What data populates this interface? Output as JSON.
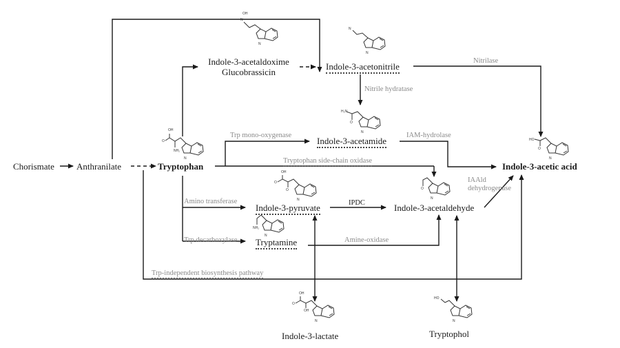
{
  "diagram": {
    "title": "Auxin (IAA) biosynthesis pathways",
    "compounds": {
      "chorismate": "Chorismate",
      "anthranilate": "Anthranilate",
      "tryptophan": "Tryptophan",
      "iaox_line1": "Indole-3-acetaldoxime",
      "iaox_line2": "Glucobrassicin",
      "ian": "Indole-3-acetonitrile",
      "iam": "Indole-3-acetamide",
      "iaa": "Indole-3-acetic acid",
      "ipa": "Indole-3-pyruvate",
      "iaald": "Indole-3-acetaldehyde",
      "tam": "Tryptamine",
      "ila": "Indole-3-lactate",
      "tol": "Tryptophol"
    },
    "enzymes": {
      "nitrilase": "Nitrilase",
      "nitrile_hydratase": "Nitrile hydratase",
      "trp_monooxygenase": "Trp mono-oxygenase",
      "iam_hydrolase": "IAM-hydrolase",
      "trp_side_chain_oxidase": "Tryptophan side-chain oxidase",
      "amino_transferase": "Amino transferase",
      "ipdc": "IPDC",
      "iaald_dh_line1": "IAAld",
      "iaald_dh_line2": "dehydrogenase",
      "trp_decarboxylase": "Trp decarboxylase",
      "amine_oxidase": "Amine-oxidase",
      "trp_independent": "Trp-independent biosynthesis pathway"
    },
    "structure_atoms": {
      "oh": "OH",
      "ho": "HO",
      "nh2": "NH₂",
      "h2n": "H₂N",
      "n": "N",
      "h": "H",
      "o": "O"
    },
    "colors": {
      "line": "#1a1a1a",
      "enzyme_text": "#8a8a8a",
      "compound_text": "#1a1a1a"
    }
  }
}
